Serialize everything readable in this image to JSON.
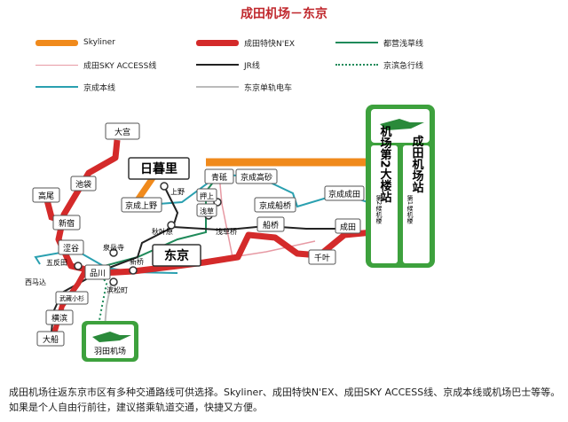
{
  "title": "成田机场－东京",
  "legend": [
    {
      "label": "Skyliner",
      "color": "#f08a1c",
      "style": "thick"
    },
    {
      "label": "成田特快N'EX",
      "color": "#d42a2a",
      "style": "thick"
    },
    {
      "label": "都营浅草线",
      "color": "#1f8a5a",
      "style": "thin"
    },
    {
      "label": "成田SKY ACCESS线",
      "color": "#e79aa4",
      "style": "thin"
    },
    {
      "label": "JR线",
      "color": "#222222",
      "style": "thin"
    },
    {
      "label": "京滨急行线",
      "color": "#1f8a5a",
      "style": "dotted"
    },
    {
      "label": "京成本线",
      "color": "#2aa0b0",
      "style": "thin"
    },
    {
      "label": "东京单轨电车",
      "color": "#bbbbbb",
      "style": "thin"
    }
  ],
  "stations": {
    "dagong": "大宫",
    "nippori": "日暮里",
    "chidai": "池袋",
    "gaowei": "高尾",
    "xinsu": "新宿",
    "ueno": "上野",
    "keisei_ueno": "京成上野",
    "akihabara": "秋叶原",
    "oshiage": "押上",
    "asakusa": "浅草",
    "asakusabashi": "浅草桥",
    "aoto": "青砥",
    "keisei_takasago": "京成高砂",
    "keisei_funabashi": "京成船桥",
    "keisei_narita": "京成成田",
    "funabashi": "船桥",
    "narita": "成田",
    "chiba": "千叶",
    "tokyo": "东京",
    "shibuya": "涩谷",
    "quanyuesi": "泉岳寺",
    "gotanda": "五反田",
    "shinbashi": "新桥",
    "shinagawa": "品川",
    "hamamatsucho": "滨松町",
    "xima": "西马込",
    "musashikosugi": "武藏小杉",
    "yokohama": "横滨",
    "ofuna": "大船"
  },
  "airports": {
    "narita_t2": "机场第2大楼站",
    "narita_t2_sub": "第2候机楼",
    "narita_t1": "成田机场站",
    "narita_t1_sub": "第1候机楼",
    "haneda": "羽田机场"
  },
  "caption": "成田机场往返东京市区有多种交通路线可供选择。Skyliner、成田特快N'EX、成田SKY ACCESS线、京成本线或机场巴士等等。如果是个人自由行前往，建议搭乘轨道交通，快捷又方便。"
}
